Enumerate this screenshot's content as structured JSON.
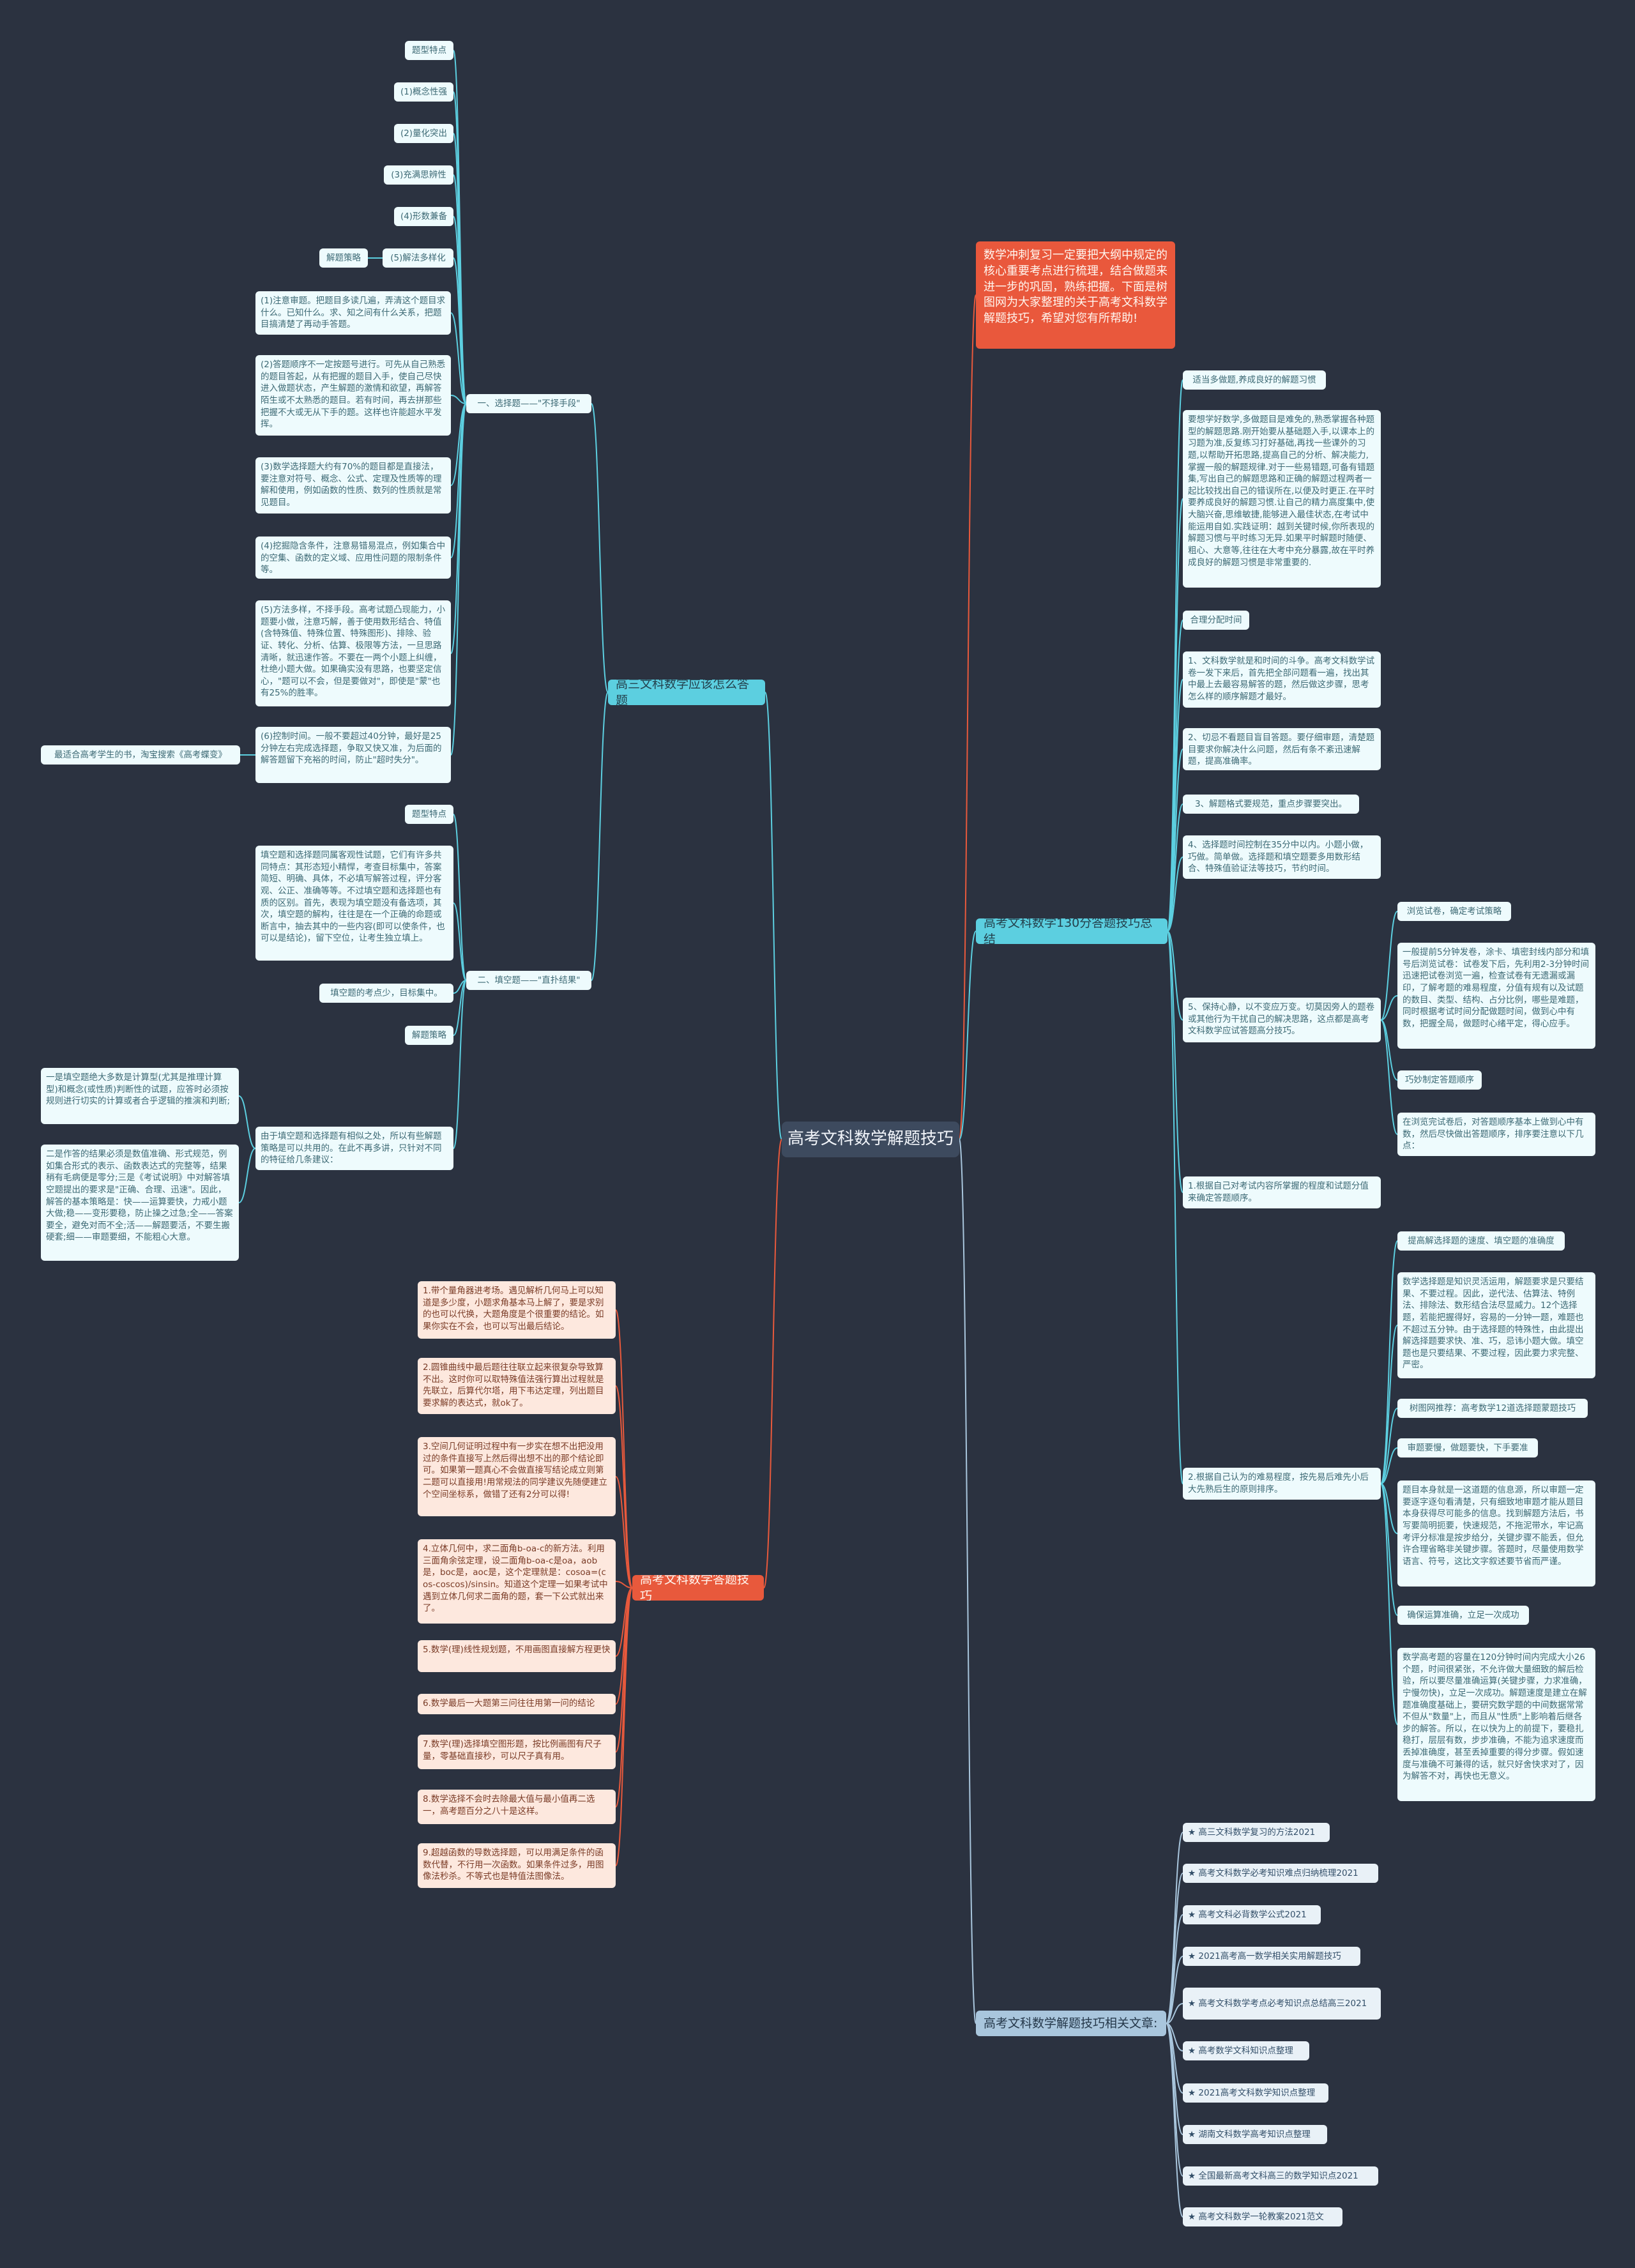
{
  "root": "高考文科数学解题技巧",
  "intro": "数学冲刺复习一定要把大纲中规定的核心重要考点进行梳理，结合做题来进一步的巩固，熟练把握。下面是树图网为大家整理的关于高考文科数学解题技巧，希望对您有所帮助!",
  "left_top": {
    "branch": "高三文科数学应该怎么答题",
    "topics": {
      "xuanze": "一、选择题——\"不择手段\"",
      "tiankong": "二、填空题——\"直扑结果\""
    },
    "xuanze_features": [
      "题型特点",
      "(1)概念性强",
      "(2)量化突出",
      "(3)充满思辨性",
      "(4)形数兼备",
      "(5)解法多样化"
    ],
    "xuanze_strategy": "解题策略",
    "xuanze_points": [
      "(1)注意审题。把题目多读几遍，弄清这个题目求什么。已知什么。求、知之间有什么关系，把题目搞清楚了再动手答题。",
      "(2)答题顺序不一定按题号进行。可先从自己熟悉的题目答起，从有把握的题目入手，使自己尽快进入做题状态，产生解题的激情和欲望，再解答陌生或不太熟悉的题目。若有时间，再去拼那些把握不大或无从下手的题。这样也许能超水平发挥。",
      "(3)数学选择题大约有70%的题目都是直接法，要注意对符号、概念、公式、定理及性质等的理解和使用，例如函数的性质、数列的性质就是常见题目。",
      "(4)挖掘隐含条件，注意易错易混点，例如集合中的空集、函数的定义域、应用性问题的限制条件等。",
      "(5)方法多样，不择手段。高考试题凸现能力，小题要小做，注意巧解，善于使用数形结合、特值(含特殊值、特殊位置、特殊图形)、排除、验证、转化、分析、估算、极限等方法，一旦思路清晰，就迅速作答。不要在一两个小题上纠缠，杜绝小题大做。如果确实没有思路，也要坚定信心，\"题可以不会，但是要做对\"，即使是\"蒙\"也有25%的胜率。",
      "(6)控制时间。一般不要超过40分钟，最好是25分钟左右完成选择题，争取又快又准，为后面的解答题留下充裕的时间，防止\"超时失分\"。"
    ],
    "side_note": "最适合高考学生的书，淘宝搜索《高考蝶变》",
    "tiankong_features": "题型特点",
    "tiankong_desc": "填空题和选择题同属客观性试题，它们有许多共同特点：其形态短小精悍，考查目标集中，答案简短、明确、具体，不必填写解答过程，评分客观、公正、准确等等。不过填空题和选择题也有质的区别。首先，表现为填空题没有备选项，其次，填空题的解构，往往是在一个正确的命题或断言中，抽去其中的一些内容(即可以使条件，也可以是结论)，留下空位，让考生独立填上。",
    "tiankong_target": "填空题的考点少，目标集中。",
    "tiankong_strategy": "解题策略",
    "tiankong_strategy_desc": "由于填空题和选择题有相似之处，所以有些解题策略是可以共用的。在此不再多讲，只针对不同的特征给几条建议：",
    "tiankong_points": [
      "一是填空题绝大多数是计算型(尤其是推理计算型)和概念(或性质)判断性的试题，应答时必须按规则进行切实的计算或者合乎逻辑的推演和判断;",
      "二是作答的结果必须是数值准确、形式规范，例如集合形式的表示、函数表达式的完整等，结果稍有毛病便是零分;三是《考试说明》中对解答填空题提出的要求是\"正确、合理、迅速\"。因此，解答的基本策略是：快——运算要快，力戒小题大做;稳——变形要稳，防止操之过急;全——答案要全，避免对而不全;活——解题要活，不要生搬硬套;细——审题要细，不能粗心大意。"
    ]
  },
  "left_bottom": {
    "branch": "高考文科数学答题技巧",
    "tips": [
      "1.带个量角器进考场。遇见解析几何马上可以知道是多少度，小题求角基本马上解了，要是求别的也可以代换，大题角度是个很重要的结论。如果你实在不会，也可以写出最后结论。",
      "2.圆锥曲线中最后题往往联立起来很复杂导致算不出。这时你可以取特殊值法强行算出过程就是先联立，后算代尔塔，用下韦达定理，列出题目要求解的表达式，就ok了。",
      "3.空间几何证明过程中有一步实在想不出把没用过的条件直接写上然后得出想不出的那个结论即可。如果第一题真心不会做直接写结论成立则第二题可以直接用!用常规法的同学建议先随便建立个空间坐标系，做错了还有2分可以得!",
      "4.立体几何中，求二面角b-oa-c的新方法。利用三面角余弦定理，设二面角b-oa-c是oa，aob是，boc是，aoc是，这个定理就是：cosoa=(cos-coscos)/sinsin。知道这个定理一如果考试中遇到立体几何求二面角的题，套一下公式就出来了。",
      "5.数学(理)线性规划题，不用画图直接解方程更快",
      "6.数学最后一大题第三问往往用第一问的结论",
      "7.数学(理)选择填空图形题，按比例画图有尺子量，零基础直接秒，可以尺子真有用。",
      "8.数学选择不会时去除最大值与最小值再二选一，高考题百分之八十是这样。",
      "9.超越函数的导数选择题，可以用满足条件的函数代替，不行用一次函数。如果条件过多，用图像法秒杀。不等式也是特值法图像法。"
    ]
  },
  "right_mid": {
    "branch": "高考文科数学130分答题技巧总结",
    "g1": "适当多做题,养成良好的解题习惯",
    "g1_desc": "要想学好数学,多做题目是难免的,熟悉掌握各种题型的解题思路.刚开始要从基础题入手,以课本上的习题为准,反复练习打好基础,再找一些课外的习题,以帮助开拓思路,提高自己的分析、解决能力,掌握一般的解题规律.对于一些易错题,可备有错题集,写出自己的解题思路和正确的解题过程两者一起比较找出自己的错误所在,以便及时更正.在平时要养成良好的解题习惯.让自己的精力高度集中,使大脑兴奋,思维敏捷,能够进入最佳状态,在考试中能运用自如.实践证明：越到关键时候,你所表现的解题习惯与平时练习无异.如果平时解题时随便、粗心、大意等,往往在大考中充分暴露,故在平时养成良好的解题习惯是非常重要的.",
    "g2": "合理分配时间",
    "g2_items": [
      "1、文科数学就是和时间的斗争。高考文科数学试卷一发下来后，首先把全部问题看一遍，找出其中最上去最容易解答的题，然后做这步骤，思考怎么样的顺序解题才最好。",
      "2、切忌不看题目盲目答题。要仔细审题，清楚题目要求你解决什么问题，然后有条不紊迅速解题，提高准确率。",
      "3、解题格式要规范，重点步骤要突出。",
      "4、选择题时间控制在35分中以内。小题小做，巧做。简单做。选择题和填空题要多用数形结合、特殊值验证法等技巧，节约时间。",
      "5、保持心静，以不变应万变。切莫因旁人的题卷或其他行为干扰自己的解决思路，这点都是高考文科数学应试答题高分技巧。"
    ],
    "g2_sub5": [
      "浏览试卷，确定考试策略",
      "一般提前5分钟发卷，涂卡、填密封线内部分和填号后浏览试卷：试卷发下后，先利用2-3分钟时间迅速把试卷浏览一遍，检查试卷有无遗漏或漏印，了解考题的难易程度，分值有规有以及试题的数目、类型、结构、占分比例，哪些是难题，同时根据考试时间分配做题时间，做到心中有数，把握全局，做题时心绪平定，得心应手。",
      "巧妙制定答题顺序",
      "在浏览完试卷后，对答题顺序基本上做到心中有数，然后尽快做出答题顺序，排序要注意以下几点："
    ],
    "order1": "1.根据自己对考试内容所掌握的程度和试题分值来确定答题顺序。",
    "order2": "2.根据自己认为的难易程度，按先易后难先小后大先熟后生的原则排序。",
    "order2_sub": [
      "提高解选择题的速度、填空题的准确度",
      "数学选择题是知识灵活运用，解题要求是只要结果、不要过程。因此，逆代法、估算法、特例法、排除法、数形结合法尽显威力。12个选择题，若能把握得好，容易的一分钟一题，难题也不超过五分钟。由于选择题的特殊性，由此提出解选择题要求快、准、巧，忌讳小题大做。填空题也是只要结果、不要过程，因此要力求完整、严密。",
      "树图网推荐：高考数学12道选择题蒙题技巧",
      "审题要慢，做题要快，下手要准",
      "题目本身就是一这道题的信息源，所以审题一定要逐字逐句看清楚，只有细致地审题才能从题目本身获得尽可能多的信息。找到解题方法后，书写要简明扼要，快速规范，不拖泥带水，牢记高考评分标准是按步给分，关键步骤不能丢，但允许合理省略非关键步骤。答题时，尽量使用数学语言、符号，这比文字叙述要节省而严谨。",
      "确保运算准确，立足一次成功",
      "数学高考题的容量在120分钟时间内完成大小26个题，时间很紧张，不允许做大量细致的解后检验，所以要尽量准确运算(关键步骤，力求准确，宁慢勿快)，立足一次成功。解题速度是建立在解题准确度基础上，要研究数学题的中间数据常常不但从\"数量\"上，而且从\"性质\"上影响着后继各步的解答。所以，在以快为上的前提下，要稳扎稳打，层层有数，步步准确，不能为追求速度而丢掉准确度，甚至丢掉重要的得分步骤。假如速度与准确不可兼得的话，就只好舍快求对了，因为解答不对，再快也无意义。"
    ]
  },
  "right_bottom": {
    "branch": "高考文科数学解题技巧相关文章:",
    "articles": [
      "★ 高三文科数学复习的方法2021",
      "★ 高考文科数学必考知识难点归纳梳理2021",
      "★ 高考文科必背数学公式2021",
      "★ 2021高考高一数学相关实用解题技巧",
      "★ 高考文科数学考点必考知识点总结高三2021",
      "★ 高考数学文科知识点整理",
      "★ 2021高考文科数学知识点整理",
      "★ 湖南文科数学高考知识点整理",
      "★ 全国最新高考文科高三的数学知识点2021",
      "★ 高考文科数学一轮教案2021范文"
    ]
  },
  "colors": {
    "background": "#2b3240",
    "teal_line": "#5ccfe0",
    "orange_line": "#e8593c",
    "steel_line": "#a9c6dd"
  }
}
